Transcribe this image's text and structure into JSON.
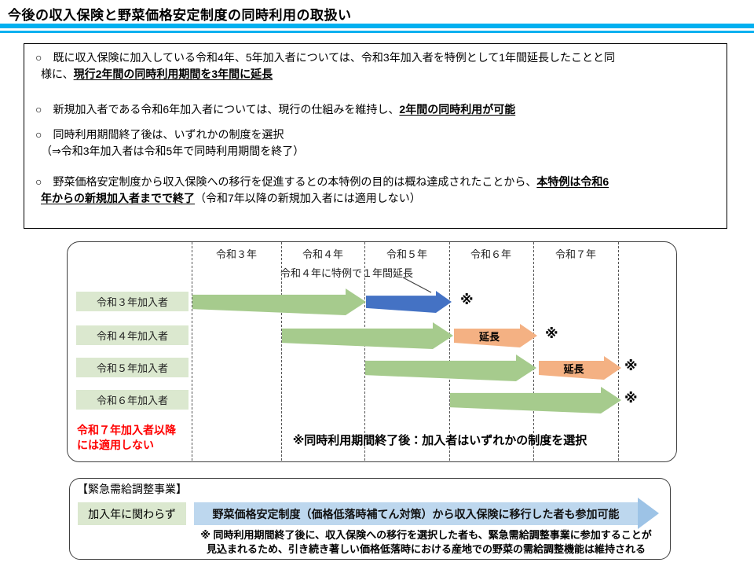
{
  "title": "今後の収入保険と野菜価格安定制度の同時利用の取扱い",
  "colors": {
    "accent_cyan": "#00b0f0",
    "green_label": "#dbe8cf",
    "green_arrow": "#a6cb8d",
    "blue_arrow": "#4472c4",
    "orange_arrow": "#f4b183",
    "band_blue": "#bdd7ee",
    "band_arrowhead_blue": "#9dc3e6",
    "red_text": "#ff0000"
  },
  "summary": {
    "b1_line1": "○　既に収入保険に加入している令和4年、5年加入者については、令和3年加入者を特例として1年間延長したことと同",
    "b1_line2_pre": "様に、",
    "b1_line2_em": "現行2年間の同時利用期間を3年間に延長",
    "b2_pre": "○　新規加入者である令和6年加入者については、現行の仕組みを維持し、",
    "b2_em": "2年間の同時利用が可能",
    "b3_line1": "○　同時利用期間終了後は、いずれかの制度を選択",
    "b3_line2": "（⇒令和3年加入者は令和5年で同時利用期間を終了）",
    "b4_line1_pre": "○　野菜価格安定制度から収入保険への移行を促進するとの本特例の目的は概ね達成されたことから、",
    "b4_line1_em": "本特例は令和6",
    "b4_line2_em": "年からの新規加入者までで終了",
    "b4_line2_post": "（令和7年以降の新規加入者には適用しない）"
  },
  "timeline": {
    "years": [
      "令和３年",
      "令和４年",
      "令和５年",
      "令和６年",
      "令和７年"
    ],
    "annotation": "令和４年に特例で１年間延長",
    "rows": [
      {
        "label": "令和３年加入者",
        "green_span_years": [
          "令和３年",
          "令和４年"
        ],
        "special_blue_year": "令和５年",
        "ext_label": "",
        "note": "※"
      },
      {
        "label": "令和４年加入者",
        "green_span_years": [
          "令和４年",
          "令和５年"
        ],
        "ext_year": "令和６年",
        "ext_label": "延長",
        "note": "※"
      },
      {
        "label": "令和５年加入者",
        "green_span_years": [
          "令和５年",
          "令和６年"
        ],
        "ext_year": "令和７年",
        "ext_label": "延長",
        "note": "※"
      },
      {
        "label": "令和６年加入者",
        "green_span_years": [
          "令和６年",
          "令和７年"
        ],
        "ext_label": "",
        "note": "※"
      }
    ],
    "red_note": [
      "令和７年加入者以降",
      "には適用しない"
    ],
    "footnote": "※同時利用期間終了後：加入者はいずれかの制度を選択"
  },
  "emergency": {
    "heading": "【緊急需給調整事業】",
    "left_label": "加入年に関わらず",
    "arrow_text": "野菜価格安定制度（価格低落時補てん対策）から収入保険に移行した者も参加可能",
    "note1": "※ 同時利用期間終了後に、収入保険への移行を選択した者も、緊急需給調整事業に参加することが",
    "note2": "見込まれるため、引き続き著しい価格低落時における産地での野菜の需給調整機能は維持される"
  }
}
